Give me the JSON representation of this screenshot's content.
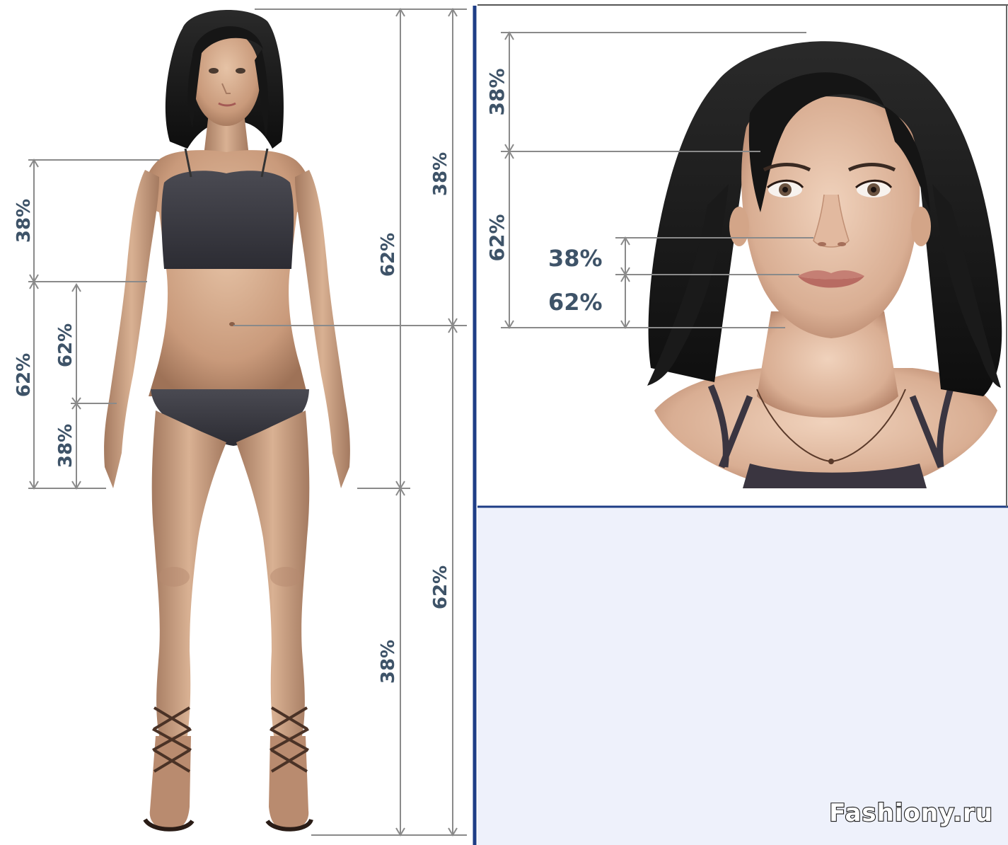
{
  "watermark": "Fashiony.ru",
  "colors": {
    "divider_blue": "#1e3d86",
    "guide_gray": "#8a8a8a",
    "label_color": "#3e5368",
    "lower_panel": "#eef1fb"
  },
  "body_diagram": {
    "outer_col1": {
      "upper": "62%",
      "lower": "38%"
    },
    "outer_col2": {
      "upper": "38%",
      "lower": "62%"
    },
    "torso": {
      "upper": "38%",
      "lower": "62%"
    },
    "hand": {
      "upper": "62%",
      "lower": "38%"
    }
  },
  "face_diagram": {
    "hair_to_brow": "38%",
    "brow_to_chin": "62%",
    "nose_to_mouth": "38%",
    "mouth_to_chin": "62%"
  }
}
